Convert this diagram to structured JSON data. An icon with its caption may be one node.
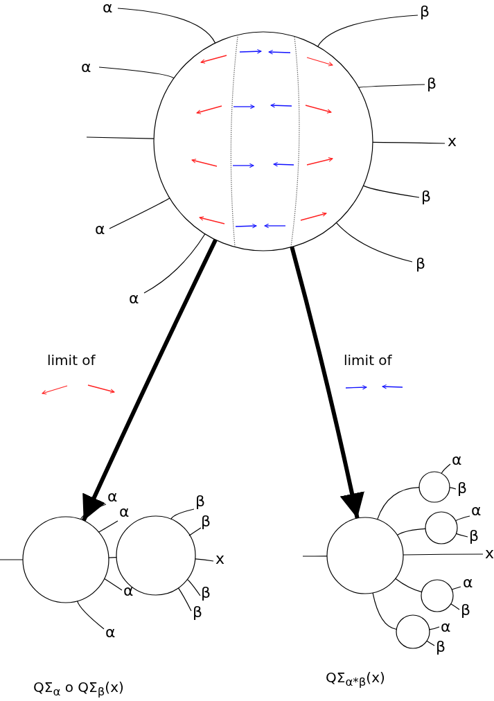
{
  "diagram": {
    "nodes": [
      {
        "text": [],
        "shape": "circle"
      },
      {
        "text": [
          "α"
        ]
      },
      {
        "text": [
          "β"
        ]
      },
      {
        "text": [
          "α"
        ]
      },
      {
        "text": [
          "β"
        ]
      },
      {
        "text": [
          "x"
        ]
      },
      {
        "text": [
          "β"
        ]
      },
      {
        "text": [
          "α"
        ]
      },
      {
        "text": [
          "β"
        ]
      },
      {
        "text": [
          "α"
        ]
      },
      {
        "text": [],
        "shape": "circle"
      },
      {
        "text": [],
        "shape": "circle"
      },
      {
        "text": [],
        "shape": "circle"
      },
      {
        "text": [],
        "shape": "circle"
      },
      {
        "text": [],
        "shape": "circle"
      },
      {
        "text": [],
        "shape": "circle"
      },
      {
        "text": [],
        "shape": "circle"
      },
      {
        "text": [
          "α"
        ]
      },
      {
        "text": [
          "α"
        ]
      },
      {
        "text": [
          "β"
        ]
      },
      {
        "text": [
          "β"
        ]
      },
      {
        "text": [
          "x"
        ]
      },
      {
        "text": [
          "α"
        ]
      },
      {
        "text": [
          "β"
        ]
      },
      {
        "text": [
          "β"
        ]
      },
      {
        "text": [
          "α"
        ]
      },
      {
        "text": [
          "α"
        ]
      },
      {
        "text": [
          "β"
        ]
      },
      {
        "text": [
          "α"
        ]
      },
      {
        "text": [
          "β"
        ]
      },
      {
        "text": [
          "x"
        ]
      },
      {
        "text": [
          "α"
        ]
      },
      {
        "text": [
          "β"
        ]
      },
      {
        "text": [
          "α"
        ]
      },
      {
        "text": [
          "β"
        ]
      }
    ],
    "edges": [
      {
        "from": 1,
        "to": 0,
        "arrow": "none"
      },
      {
        "from": 2,
        "to": 0,
        "arrow": "none"
      },
      {
        "from": 3,
        "to": 0,
        "arrow": "none"
      },
      {
        "from": 4,
        "to": 0,
        "arrow": "none"
      },
      {
        "from": 5,
        "to": 0,
        "arrow": "none"
      },
      {
        "from": 6,
        "to": 0,
        "arrow": "none"
      },
      {
        "from": 7,
        "to": 0,
        "arrow": "none"
      },
      {
        "from": 8,
        "to": 0,
        "arrow": "none"
      },
      {
        "from": 9,
        "to": 0,
        "arrow": "none"
      },
      {
        "from": null,
        "to": 0,
        "arrow": "none"
      },
      {
        "from": 0,
        "to": 10,
        "arrow": "to",
        "label": "limit of",
        "style": "thick"
      },
      {
        "from": 0,
        "to": 12,
        "arrow": "to",
        "label": "limit of",
        "style": "thick"
      },
      {
        "from": 10,
        "to": 11,
        "arrow": "none"
      },
      {
        "from": null,
        "to": 10,
        "arrow": "none"
      },
      {
        "from": 17,
        "to": 10,
        "arrow": "none"
      },
      {
        "from": 18,
        "to": 10,
        "arrow": "none"
      },
      {
        "from": 19,
        "to": 11,
        "arrow": "none"
      },
      {
        "from": 20,
        "to": 11,
        "arrow": "none"
      },
      {
        "from": 21,
        "to": 11,
        "arrow": "none"
      },
      {
        "from": 22,
        "to": 10,
        "arrow": "none"
      },
      {
        "from": 23,
        "to": 11,
        "arrow": "none"
      },
      {
        "from": 24,
        "to": 11,
        "arrow": "none"
      },
      {
        "from": 25,
        "to": 10,
        "arrow": "none"
      },
      {
        "from": 12,
        "to": 13,
        "arrow": "none"
      },
      {
        "from": 12,
        "to": 14,
        "arrow": "none"
      },
      {
        "from": 12,
        "to": 15,
        "arrow": "none"
      },
      {
        "from": 12,
        "to": 16,
        "arrow": "none"
      },
      {
        "from": null,
        "to": 12,
        "arrow": "none"
      },
      {
        "from": 30,
        "to": 12,
        "arrow": "none"
      },
      {
        "from": 26,
        "to": 13,
        "arrow": "none"
      },
      {
        "from": 27,
        "to": 13,
        "arrow": "none"
      },
      {
        "from": 28,
        "to": 14,
        "arrow": "none"
      },
      {
        "from": 29,
        "to": 14,
        "arrow": "none"
      },
      {
        "from": 31,
        "to": 15,
        "arrow": "none"
      },
      {
        "from": 32,
        "to": 15,
        "arrow": "none"
      },
      {
        "from": 33,
        "to": 16,
        "arrow": "none"
      },
      {
        "from": 34,
        "to": 16,
        "arrow": "none"
      }
    ],
    "labels": [
      "QΣ$_{α}$ o QΣ$_{β}$(x)",
      "QΣ$_{α*β}$(x)"
    ]
  }
}
